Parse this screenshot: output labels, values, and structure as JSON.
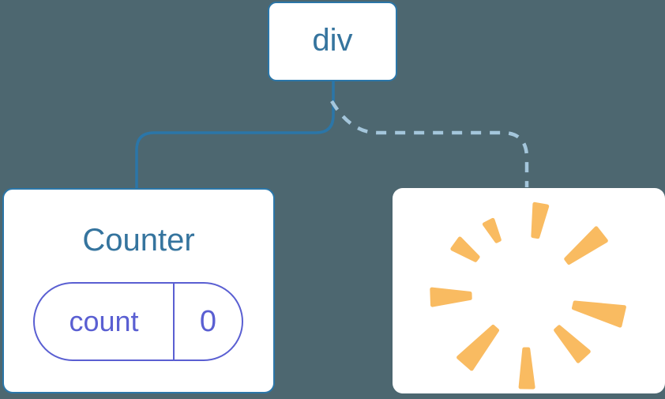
{
  "diagram": {
    "description": "React component tree diagram: div root keeps Counter with state, second child removed (poof)",
    "background_color": "#4D6770",
    "root_node": {
      "label": "div"
    },
    "connectors": {
      "solid_color": "#2B76A8",
      "dashed_color": "#A4C6DB",
      "solid_meaning": "kept-child-connector",
      "dashed_meaning": "removed-child-connector"
    },
    "counter_node": {
      "title": "Counter",
      "title_color": "#35749E",
      "state_pill": {
        "key": "count",
        "value": "0",
        "accent_color": "#5A5FD2"
      }
    },
    "removed_node": {
      "icon": "poof-icon",
      "poof_color": "#F9BB61"
    }
  }
}
